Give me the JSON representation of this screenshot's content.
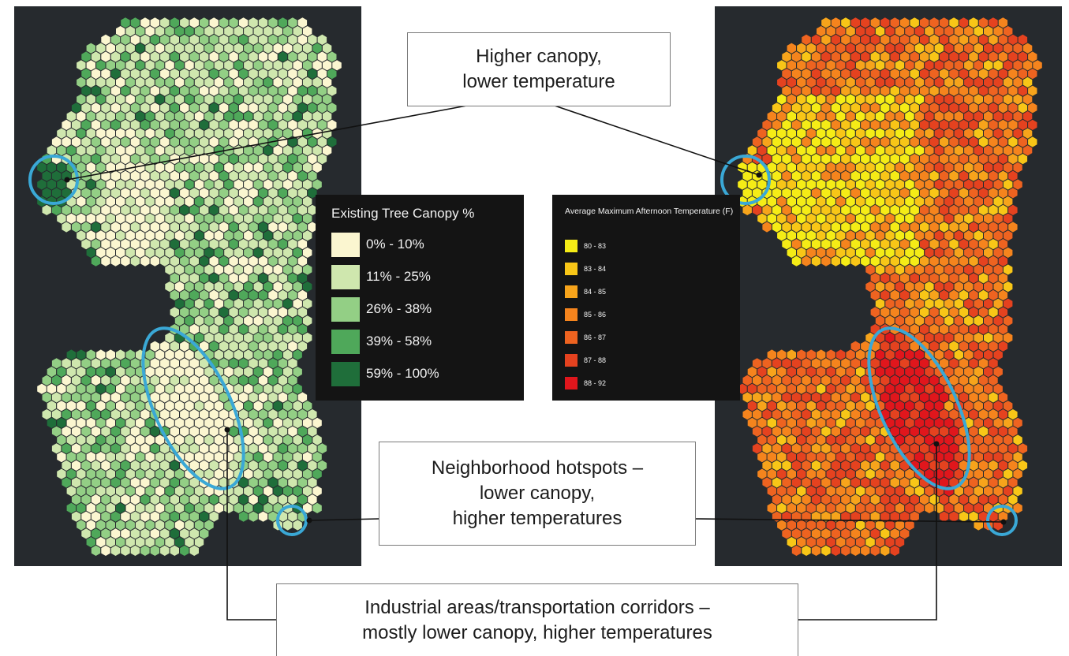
{
  "colors": {
    "map_background": "#262a2e",
    "highlight_ring": "#3aa8d6",
    "connector": "#111111"
  },
  "canopy_legend": {
    "title": "Existing Tree Canopy %",
    "items": [
      {
        "label": "0% - 10%",
        "color": "#fbf6d0"
      },
      {
        "label": "11% - 25%",
        "color": "#cfe7ae"
      },
      {
        "label": "26% - 38%",
        "color": "#93cf85"
      },
      {
        "label": "39% - 58%",
        "color": "#4fa85a"
      },
      {
        "label": "59% - 100%",
        "color": "#1f6e3a"
      }
    ]
  },
  "temperature_legend": {
    "title": "Average Maximum Afternoon Temperature (F)",
    "items": [
      {
        "label": "80 - 83",
        "color": "#f5ec16"
      },
      {
        "label": "83 - 84",
        "color": "#f8c617"
      },
      {
        "label": "84 - 85",
        "color": "#f7a41b"
      },
      {
        "label": "85 - 86",
        "color": "#f5841d"
      },
      {
        "label": "86 - 87",
        "color": "#ee6320"
      },
      {
        "label": "87 - 88",
        "color": "#e5421f"
      },
      {
        "label": "88 - 92",
        "color": "#e0161c"
      }
    ]
  },
  "callouts": {
    "canopy_temp": {
      "line1": "Higher canopy,",
      "line2": "lower temperature"
    },
    "hotspots": {
      "line1": "Neighborhood hotspots –",
      "line2": "lower canopy,",
      "line3": "higher temperatures"
    },
    "industrial": {
      "line1": "Industrial areas/transportation corridors –",
      "line2": "mostly lower canopy, higher temperatures"
    }
  }
}
